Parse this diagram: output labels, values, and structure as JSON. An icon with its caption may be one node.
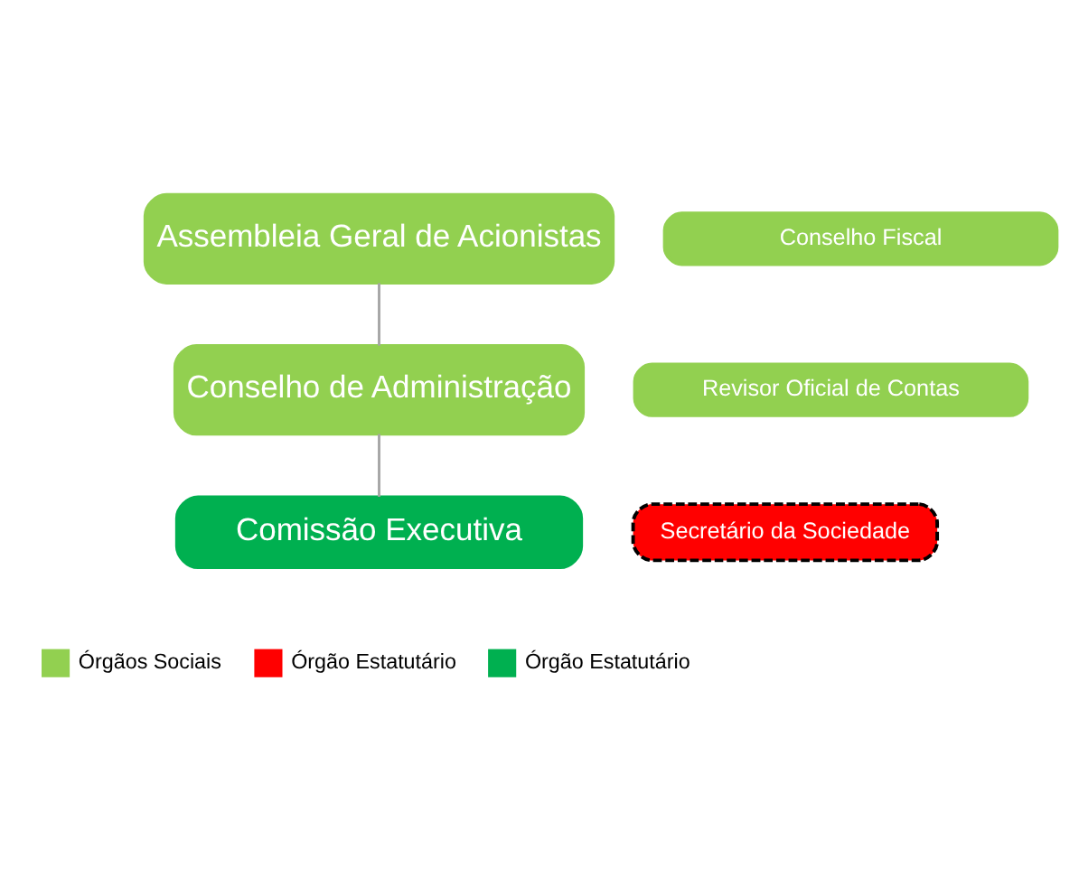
{
  "diagram": {
    "nodes": [
      {
        "text": [
          "Assembleia Geral de Acionistas"
        ]
      },
      {
        "text": [
          "Conselho Fiscal"
        ]
      },
      {
        "text": [
          "Revisor Oficial de Contas"
        ]
      },
      {
        "text": [
          "Conselho de Administração"
        ]
      },
      {
        "text": [
          "Secretário da Sociedade"
        ]
      },
      {
        "text": [
          "Comissão Executiva"
        ]
      }
    ],
    "edges": [
      {
        "from": 0,
        "to": 3,
        "arrow": "none"
      },
      {
        "from": 3,
        "to": 5,
        "arrow": "none"
      }
    ],
    "legend": [
      {
        "text": "Órgãos Sociais",
        "color": "#92d050"
      },
      {
        "text": "Órgão Estatutário",
        "color": "#ff0000"
      },
      {
        "text": "Órgão Estatutário",
        "color": "#00b050"
      }
    ]
  }
}
